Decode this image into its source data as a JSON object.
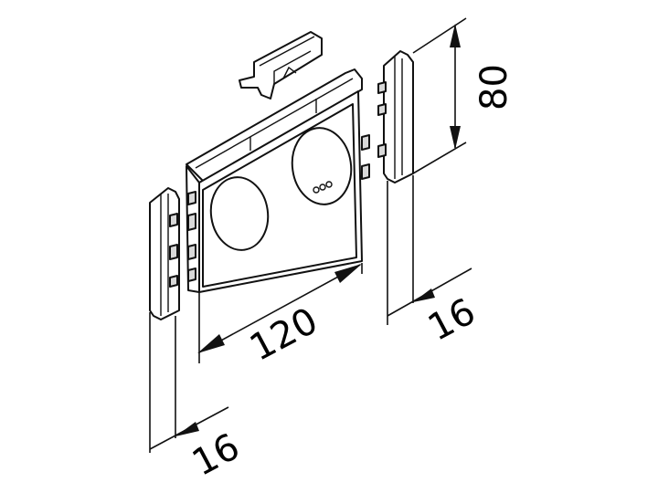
{
  "dimensions": {
    "width_main": "120",
    "height": "80",
    "depth_right": "16",
    "depth_left": "16"
  },
  "icons": {
    "socket": "circle-outline",
    "end_piece": "profile-block"
  },
  "colors": {
    "line": "#111111",
    "shade": "#d9d9d9",
    "background": "#ffffff"
  }
}
